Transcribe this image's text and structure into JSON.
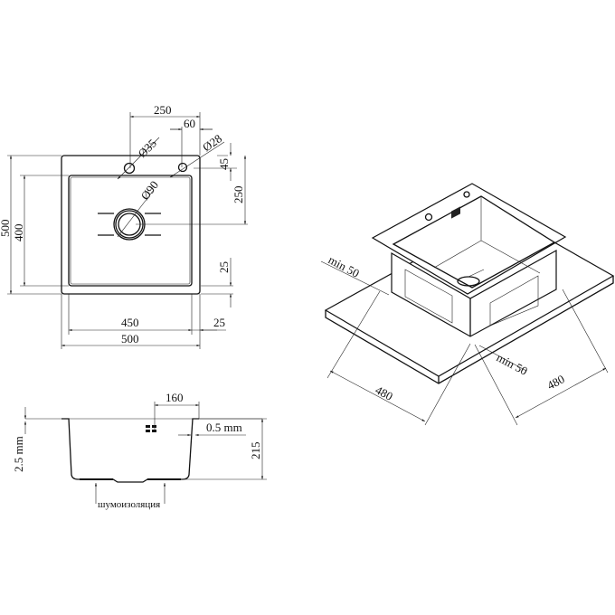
{
  "top_view": {
    "dim_250_top": "250",
    "dim_60": "60",
    "hole_35": "Ø35",
    "hole_28": "Ø28",
    "drain_90": "Ø90",
    "dim_45": "45",
    "dim_250_right": "250",
    "dim_25_right": "25",
    "dim_500_left": "500",
    "dim_400_left": "400",
    "dim_450": "450",
    "dim_25_bottom": "25",
    "dim_500_bottom": "500"
  },
  "side_view": {
    "dim_160": "160",
    "thickness": "0.5 mm",
    "rim": "2.5 mm",
    "depth": "215",
    "insulation_label": "шумоизоляция"
  },
  "iso_view": {
    "clearance_left": "min 50",
    "clearance_right": "min 50",
    "width_left": "480",
    "width_right": "480"
  }
}
